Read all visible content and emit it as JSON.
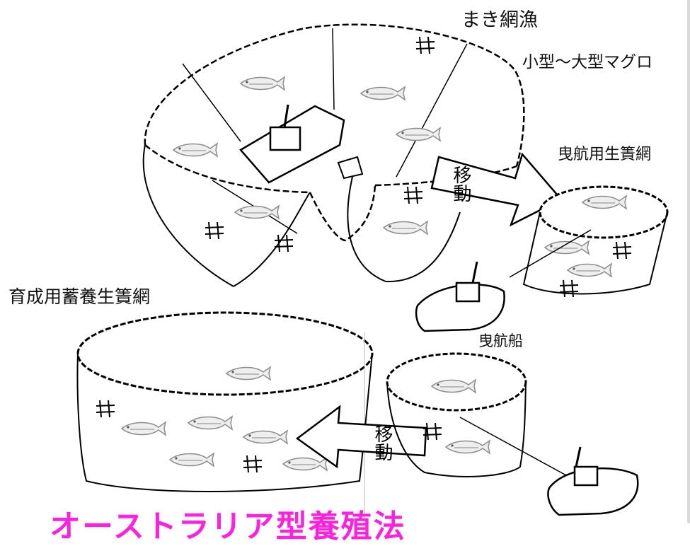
{
  "labels": {
    "purse_seine": "まき網漁",
    "tuna_size": "小型〜大型マグロ",
    "tow_cage": "曳航用生簀網",
    "grow_cage": "育成用蓄養生簀網",
    "tow_boat": "曳航船"
  },
  "arrows": {
    "move_1": "移動",
    "move_2": "移動"
  },
  "title": "オーストラリア型養殖法",
  "colors": {
    "title": "#ff22dd",
    "ink": "#000000",
    "fish": "#9a9a9a"
  }
}
